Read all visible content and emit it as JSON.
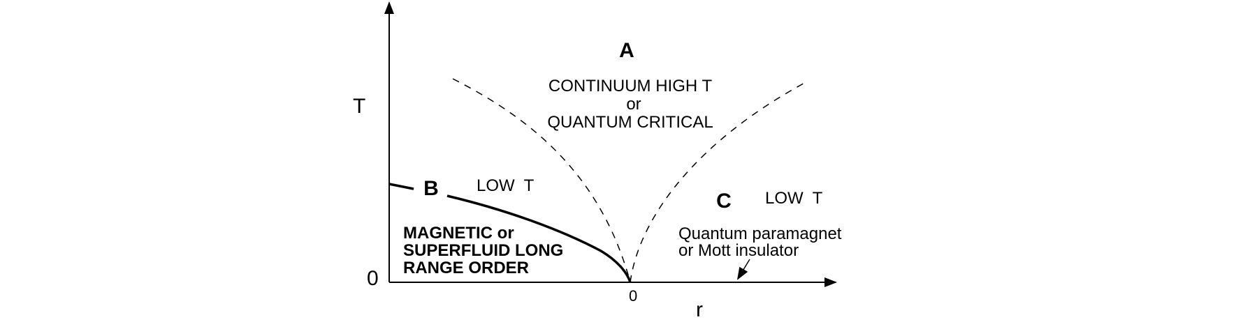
{
  "axes": {
    "y_label": "T",
    "x_label": "r",
    "y_origin": "0",
    "x_origin": "0"
  },
  "regions": {
    "a": {
      "letter": "A",
      "line1": "CONTINUUM HIGH T",
      "line2": "or",
      "line3": "QUANTUM CRITICAL"
    },
    "b": {
      "letter": "B",
      "low_t": "LOW  T",
      "order_line1": "MAGNETIC or",
      "order_line2": "SUPERFLUID LONG",
      "order_line3": "RANGE ORDER"
    },
    "c": {
      "letter": "C",
      "low_t": "LOW  T",
      "phase_line1": "Quantum paramagnet",
      "phase_line2": "or Mott insulator"
    }
  }
}
